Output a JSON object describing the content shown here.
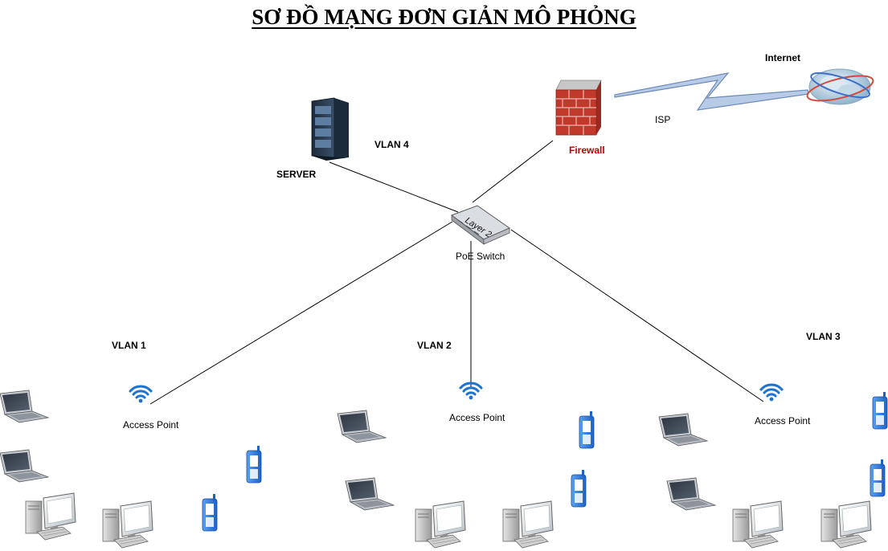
{
  "title": "SƠ ĐỒ MẠNG ĐƠN GIẢN MÔ PHỎNG",
  "labels": {
    "internet": "Internet",
    "isp": "ISP",
    "firewall": "Firewall",
    "server": "SERVER",
    "vlan4": "VLAN 4",
    "switch_face": "Layer 2",
    "switch": "PoE Switch",
    "vlan1": "VLAN 1",
    "vlan2": "VLAN 2",
    "vlan3": "VLAN 3",
    "ap1": "Access Point",
    "ap2": "Access Point",
    "ap3": "Access Point"
  },
  "colors": {
    "firewall_brick": "#c0392b",
    "firewall_label": "#c00000",
    "wifi": "#1e73d2",
    "link": "#000000",
    "isp_link": "#7f9bc8"
  }
}
